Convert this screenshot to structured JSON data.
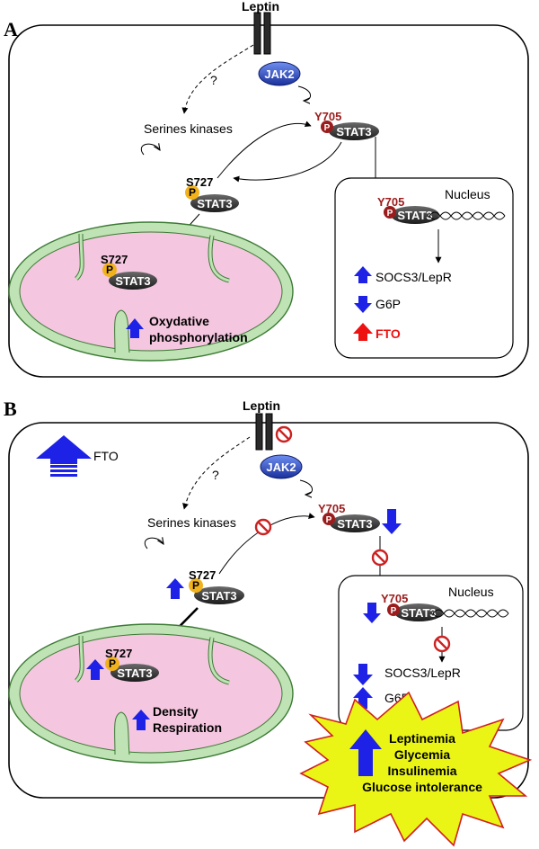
{
  "panel_a": {
    "letter": "A",
    "leptin": "Leptin",
    "jak2": "JAK2",
    "question": "?",
    "serines_kinases": "Serines kinases",
    "y705": "Y705",
    "s727": "S727",
    "p": "P",
    "stat3": "STAT3",
    "nucleus": "Nucleus",
    "mito_effect_line1": "Oxydative",
    "mito_effect_line2": "phosphorylation",
    "nucleus_items": [
      {
        "label": "SOCS3/LepR",
        "direction": "up",
        "color": "#1e22e6"
      },
      {
        "label": "G6P",
        "direction": "down",
        "color": "#1e22e6"
      },
      {
        "label": "FTO",
        "direction": "up",
        "color": "#ee1111"
      }
    ]
  },
  "panel_b": {
    "letter": "B",
    "leptin": "Leptin",
    "jak2": "JAK2",
    "question": "?",
    "serines_kinases": "Serines kinases",
    "fto": "FTO",
    "y705": "Y705",
    "s727": "S727",
    "p": "P",
    "stat3": "STAT3",
    "nucleus": "Nucleus",
    "mito_effect_line1": "Density",
    "mito_effect_line2": "Respiration",
    "nucleus_items": [
      {
        "label": "SOCS3/LepR",
        "direction": "down",
        "color": "#1e22e6"
      },
      {
        "label": "G6P",
        "direction": "up",
        "color": "#1e22e6"
      }
    ],
    "burst_lines": [
      "Leptinemia",
      "Glycemia",
      "Insulinemia",
      "Glucose intolerance"
    ]
  },
  "colors": {
    "arrow_blue": "#1e22e6",
    "arrow_red": "#ee1111",
    "y705_red": "#9b1c1c",
    "phospho_yellow": "#f2b21c",
    "jak2_blue": "#1f3fbf",
    "stat3_dark": "#333333",
    "mito_outer": "#bfe3b4",
    "mito_inner": "#f4c6df",
    "burst_fill": "#eaf516",
    "inhibit_red": "#cc2222"
  }
}
